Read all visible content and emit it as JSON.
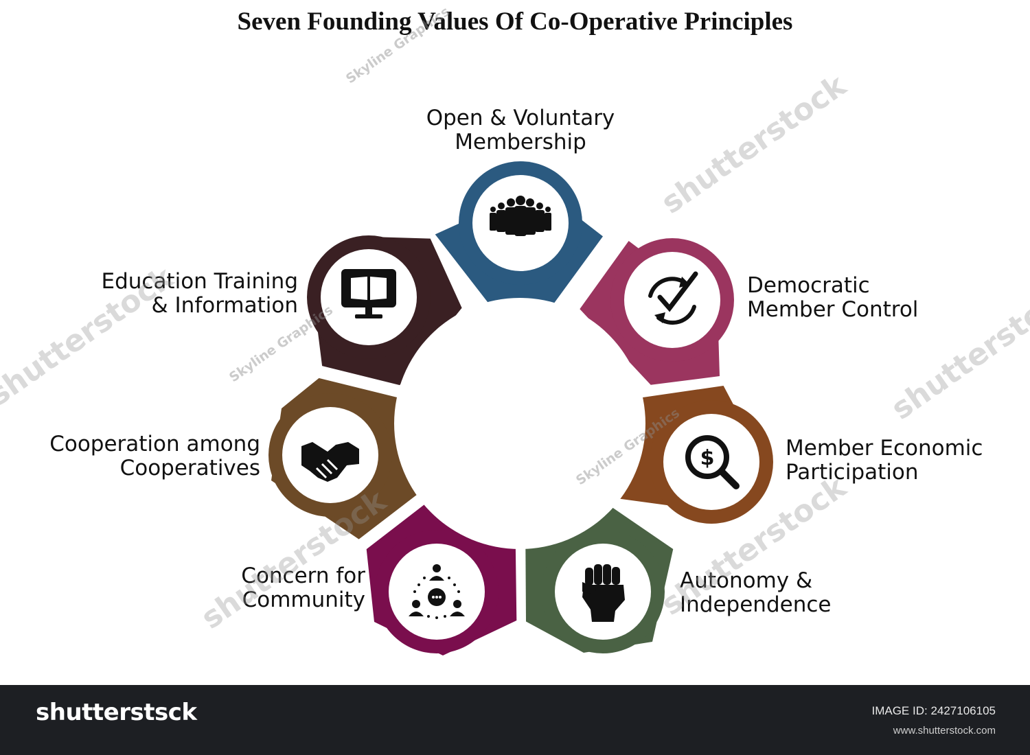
{
  "title": "Seven Founding Values Of Co-Operative Principles",
  "segments": [
    {
      "id": "open",
      "label_lines": [
        "Open & Voluntary",
        "Membership"
      ],
      "color": "#2b5a80",
      "icon": "people-group-icon"
    },
    {
      "id": "democratic",
      "label_lines": [
        "Democratic",
        "Member Control"
      ],
      "color": "#9b355f",
      "icon": "check-cycle-icon"
    },
    {
      "id": "economic",
      "label_lines": [
        "Member Economic",
        "Participation"
      ],
      "color": "#86481f",
      "icon": "dollar-search-icon"
    },
    {
      "id": "autonomy",
      "label_lines": [
        "Autonomy &",
        "Independence"
      ],
      "color": "#4a6244",
      "icon": "raised-fist-icon"
    },
    {
      "id": "community",
      "label_lines": [
        "Concern for",
        "Community"
      ],
      "color": "#7a0e4d",
      "icon": "community-network-icon"
    },
    {
      "id": "cooperation",
      "label_lines": [
        "Cooperation among",
        "Cooperatives"
      ],
      "color": "#6c4a27",
      "icon": "handshake-icon"
    },
    {
      "id": "education",
      "label_lines": [
        "Education Training",
        "& Information"
      ],
      "color": "#3a2023",
      "icon": "monitor-book-icon"
    }
  ],
  "watermarks": {
    "brand": "shutterstock",
    "creator": "Skyline Graphics"
  },
  "footer": {
    "brand": "shutterstsck",
    "image_id": "IMAGE ID: 2427106105",
    "site": "www.shutterstock.com"
  }
}
